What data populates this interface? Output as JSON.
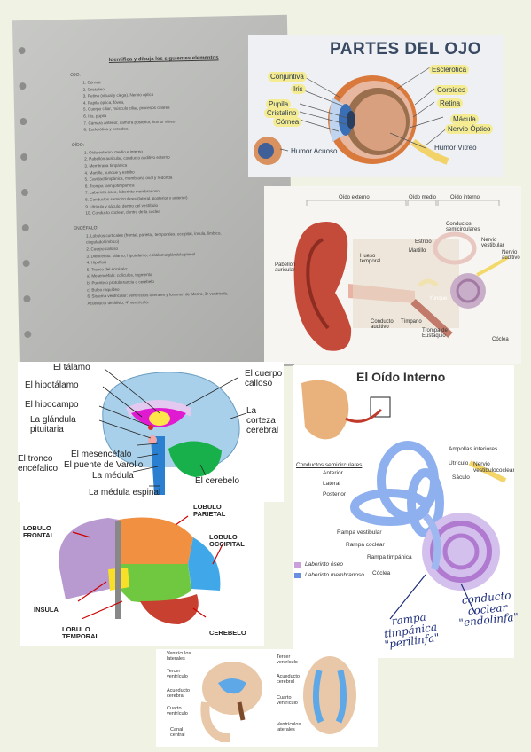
{
  "sheet": {
    "title": "Identifica y dibuja los siguientes elementos",
    "sections": [
      {
        "head": "OJO:",
        "lines": [
          "1. Córnea",
          "2. Cristalino",
          "3. Retina (visual y ciega). Nervio óptico",
          "4. Papila óptica, fóvea,",
          "5. Cuerpo ciliar, músculo ciliar, procesos ciliares",
          "6. Iris, pupila",
          "7. Cámara anterior, cámara posterior, humor vítreo",
          "8. Esclerótica y coroides."
        ]
      },
      {
        "head": "OÍDO:",
        "lines": [
          "1. Oído externo, medio e interno",
          "2. Pabellón auricular, conducto auditivo externo",
          "3. Membrana timpánica",
          "4. Martillo, yunque y estribo",
          "5. Cavidad timpánica, membrana oval y redonda",
          "6. Trompa faringotimpánica",
          "7. Laberinto óseo, laberinto membranoso",
          "8. Conductos semicirculares (lateral, posterior y anterior)",
          "9. Utrículo y sáculo, dentro del vestíbulo",
          "10. Conducto coclear, dentro de la cóclea"
        ]
      },
      {
        "head": "ENCÉFALO:",
        "lines": [
          "1. Lóbulos corticales (frontal, parietal, temporales, occipital, ínsula, límbico,",
          "   cingulado/límbico)",
          "2. Cuerpo calloso",
          "3. Diencéfalo: tálamo, hipotálamo, epitálamo/glándula pineal",
          "4. Hipófisis",
          "5. Tronco del encéfalo:",
          "   a) Mesencéfalo: colículos, tegmento",
          "   b) Puente o protuberancia o cerebelo",
          "   c) Bulbo raquídeo",
          "6. Sistema ventricular: ventrículos laterales y foramen de Monro, 3r ventrículo,",
          "   Acueducto de Silvio, 4º ventrículo."
        ]
      }
    ]
  },
  "eye": {
    "title": "PARTES DEL OJO",
    "labels": {
      "conjuntiva": "Conjuntiva",
      "iris": "Iris",
      "pupila": "Pupila",
      "cristalino": "Cristalino",
      "cornea": "Córnea",
      "esclerotica": "Esclerótica",
      "coroides": "Coroides",
      "retina": "Retina",
      "macula": "Mácula",
      "nervio": "Nervio Óptico",
      "vitreo": "Humor Vítreo",
      "acuoso": "Humor Acuoso"
    }
  },
  "ear": {
    "headers": {
      "externo": "Oído externo",
      "medio": "Oído medio",
      "interno": "Oído interno"
    },
    "labels": {
      "pabellon": "Pabellón auricular",
      "hueso": "Hueso temporal",
      "estribo": "Estribo",
      "martillo": "Martillo",
      "conductos": "Conductos semicirculares",
      "nervio_vest": "Nervio vestibular",
      "nervio_aud": "Nervio auditivo",
      "yunque": "Yunque",
      "conducto": "Conducto auditivo",
      "timpano": "Tímpano",
      "trompa": "Trompa de Eustaquio",
      "coclea": "Cóclea"
    }
  },
  "brain": {
    "labels": {
      "talamo": "El tálamo",
      "hipotalamo": "El hipotálamo",
      "hipocampo": "El hipocampo",
      "glandula": "La glándula pituitaria",
      "cuerpo": "El cuerpo calloso",
      "corteza": "La corteza cerebral",
      "tronco": "El tronco encéfalico",
      "mesencefalo": "El mesencéfalo",
      "puente": "El puente de Varolio",
      "medula": "La médula",
      "cerebelo": "El cerebelo",
      "espinal": "La médula espinal"
    }
  },
  "inner": {
    "title": "El Oído Interno",
    "labels": {
      "ampollas": "Ampollas interiores",
      "utriculo": "Utrículo",
      "saculo": "Sáculo",
      "nervio": "Nervio vestibulococlear",
      "conductos": "Conductos semicirculares",
      "anterior": "Anterior",
      "lateral": "Lateral",
      "posterior": "Posterior",
      "rampa_v": "Rampa vestibular",
      "rampa_c": "Rampa coclear",
      "rampa_t": "Rampa timpánica",
      "coclea": "Cóclea",
      "oseo": "Laberinto óseo",
      "membranoso": "Laberinto membranoso"
    },
    "colors": {
      "oseo": "#c9a0dc",
      "membranoso": "#6b8fe0"
    }
  },
  "lobes": {
    "labels": {
      "frontal": "LOBULO FRONTAL",
      "parietal": "LOBULO PARIETAL",
      "occipital": "LOBULO OCCIPITAL",
      "insula": "ÍNSULA",
      "temporal": "LOBULO TEMPORAL",
      "cerebelo": "CEREBELO"
    }
  },
  "vent": {
    "labels": {
      "laterales": "Ventrículos laterales",
      "tercer": "Tercer ventrículo",
      "acueducto": "Acueducto cerebral",
      "cuarto": "Cuarto ventrículo",
      "canal": "Canal central",
      "tercer2": "Tercer ventrículo",
      "acueducto2": "Acueducto cerebral",
      "cuarto2": "Cuarto ventrículo",
      "laterales2": "Ventrículos laterales"
    }
  },
  "handwriting": {
    "rampa": "rampa timpánica \"perilinfa\"",
    "conducto": "conducto coclear \"endolinfa\""
  }
}
